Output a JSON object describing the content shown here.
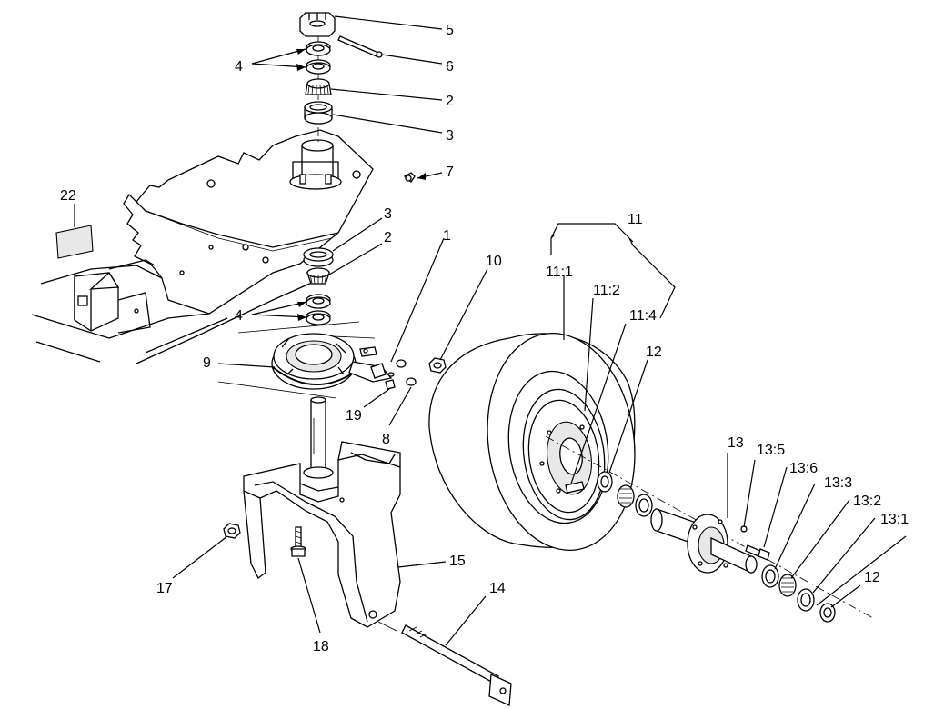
{
  "figure": {
    "callouts": [
      {
        "id": "c5",
        "text": "5"
      },
      {
        "id": "c6",
        "text": "6"
      },
      {
        "id": "c4a",
        "text": "4"
      },
      {
        "id": "c2a",
        "text": "2"
      },
      {
        "id": "c3a",
        "text": "3"
      },
      {
        "id": "c7",
        "text": "7"
      },
      {
        "id": "c22",
        "text": "22"
      },
      {
        "id": "c3b",
        "text": "3"
      },
      {
        "id": "c2b",
        "text": "2"
      },
      {
        "id": "c1",
        "text": "1"
      },
      {
        "id": "c10",
        "text": "10"
      },
      {
        "id": "c4b",
        "text": "4"
      },
      {
        "id": "c9",
        "text": "9"
      },
      {
        "id": "c19",
        "text": "19"
      },
      {
        "id": "c8",
        "text": "8"
      },
      {
        "id": "c11",
        "text": "11"
      },
      {
        "id": "c11_1",
        "text": "11:1"
      },
      {
        "id": "c11_2",
        "text": "11:2"
      },
      {
        "id": "c11_4",
        "text": "11:4"
      },
      {
        "id": "c12a",
        "text": "12"
      },
      {
        "id": "c13",
        "text": "13"
      },
      {
        "id": "c13_5",
        "text": "13:5"
      },
      {
        "id": "c13_6",
        "text": "13:6"
      },
      {
        "id": "c13_3",
        "text": "13:3"
      },
      {
        "id": "c13_2",
        "text": "13:2"
      },
      {
        "id": "c13_1",
        "text": "13:1"
      },
      {
        "id": "c12b",
        "text": "12"
      },
      {
        "id": "c15",
        "text": "15"
      },
      {
        "id": "c14",
        "text": "14"
      },
      {
        "id": "c17",
        "text": "17"
      },
      {
        "id": "c18",
        "text": "18"
      }
    ]
  }
}
